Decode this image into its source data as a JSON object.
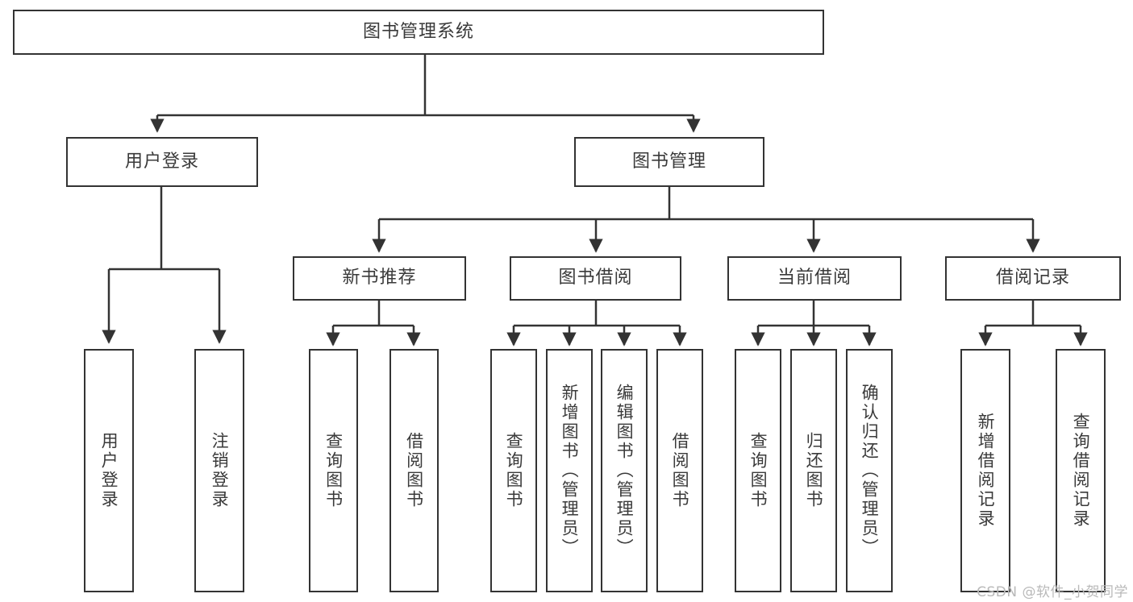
{
  "diagram": {
    "title": "图书管理系统",
    "type": "tree-hierarchy-diagram",
    "watermark": "CSDN @软件_小贺同学",
    "colors": {
      "stroke": "#333333",
      "box_fill": "#ffffff",
      "text": "#3a3a3a",
      "background": "#ffffff",
      "watermark": "#b9b9b9"
    },
    "root": {
      "id": "root",
      "label": "图书管理系统"
    },
    "level1": [
      {
        "id": "user-login",
        "label": "用户登录"
      },
      {
        "id": "book-management",
        "label": "图书管理"
      }
    ],
    "level2": [
      {
        "id": "new-book-recommend",
        "label": "新书推荐",
        "parent": "book-management"
      },
      {
        "id": "book-borrow",
        "label": "图书借阅",
        "parent": "book-management"
      },
      {
        "id": "current-borrow",
        "label": "当前借阅",
        "parent": "book-management"
      },
      {
        "id": "borrow-record",
        "label": "借阅记录",
        "parent": "book-management"
      }
    ],
    "leaves": {
      "user-login": [
        {
          "id": "leaf-user-login",
          "label": "用户登录"
        },
        {
          "id": "leaf-logout",
          "label": "注销登录"
        }
      ],
      "new-book-recommend": [
        {
          "id": "leaf-query-book-1",
          "label": "查询图书"
        },
        {
          "id": "leaf-borrow-book-1",
          "label": "借阅图书"
        }
      ],
      "book-borrow": [
        {
          "id": "leaf-query-book-2",
          "label": "查询图书"
        },
        {
          "id": "leaf-add-book",
          "label": "新增图书（管理员）"
        },
        {
          "id": "leaf-edit-book",
          "label": "编辑图书（管理员）"
        },
        {
          "id": "leaf-borrow-book-2",
          "label": "借阅图书"
        }
      ],
      "current-borrow": [
        {
          "id": "leaf-query-book-3",
          "label": "查询图书"
        },
        {
          "id": "leaf-return-book",
          "label": "归还图书"
        },
        {
          "id": "leaf-confirm-return",
          "label": "确认归还（管理员）"
        }
      ],
      "borrow-record": [
        {
          "id": "leaf-add-record",
          "label": "新增借阅记录"
        },
        {
          "id": "leaf-query-record",
          "label": "查询借阅记录"
        }
      ]
    }
  }
}
